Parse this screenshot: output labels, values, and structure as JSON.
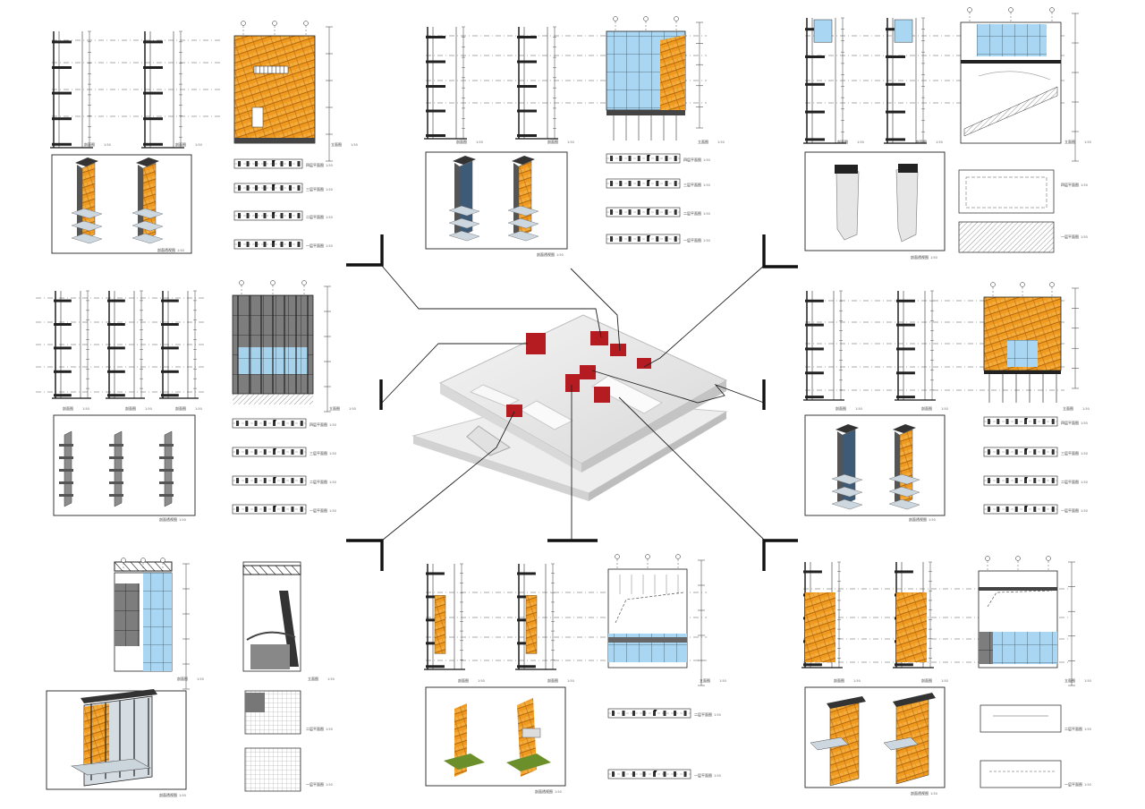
{
  "colors": {
    "facade_orange": "#ef9a1f",
    "glass_blue": "#a9d6f2",
    "model_red": "#b51c22",
    "line": "#2a2a2a"
  },
  "labels": {
    "section": "剖面图",
    "elevation": "立面图",
    "axo": "剖面透视图",
    "plan4": "四层平面图",
    "plan3": "三层平面图",
    "plan2": "二层平面图",
    "plan1": "一层平面图",
    "scale": "1:50"
  }
}
